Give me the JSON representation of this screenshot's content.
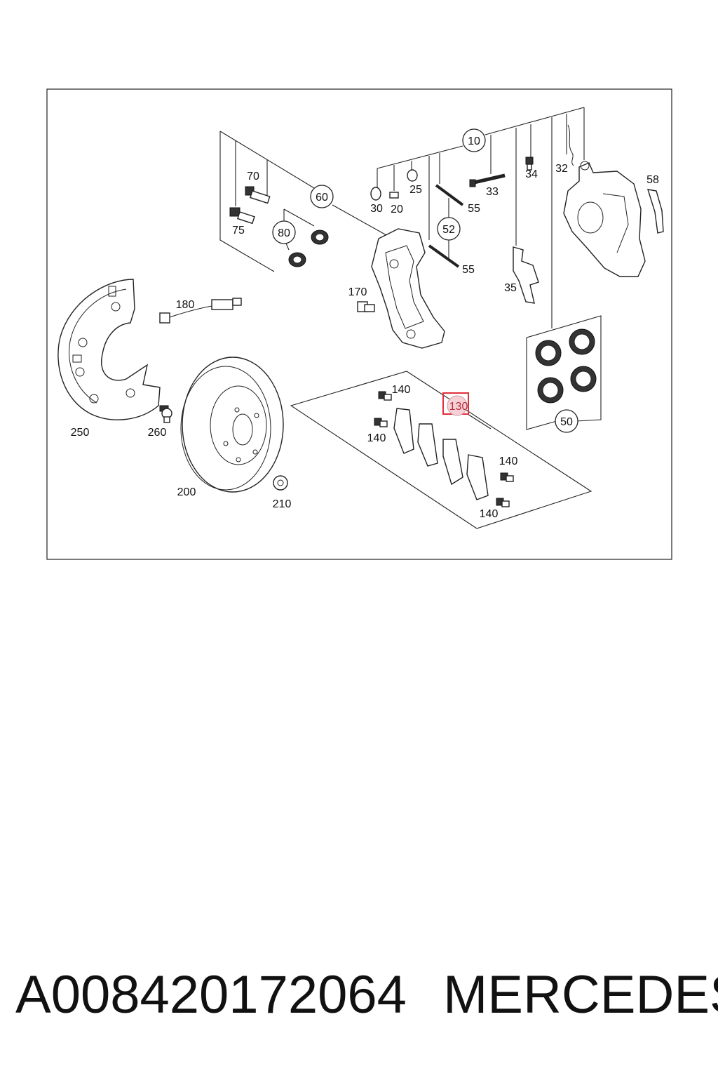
{
  "diagram": {
    "callouts": [
      {
        "id": "10",
        "label": "10",
        "boxed": true
      },
      {
        "id": "20",
        "label": "20",
        "boxed": false
      },
      {
        "id": "25",
        "label": "25",
        "boxed": false
      },
      {
        "id": "30",
        "label": "30",
        "boxed": false
      },
      {
        "id": "32",
        "label": "32",
        "boxed": false
      },
      {
        "id": "33",
        "label": "33",
        "boxed": false
      },
      {
        "id": "34",
        "label": "34",
        "boxed": false
      },
      {
        "id": "35",
        "label": "35",
        "boxed": false
      },
      {
        "id": "50",
        "label": "50",
        "boxed": true
      },
      {
        "id": "52",
        "label": "52",
        "boxed": true
      },
      {
        "id": "55a",
        "label": "55",
        "boxed": false
      },
      {
        "id": "55b",
        "label": "55",
        "boxed": false
      },
      {
        "id": "58",
        "label": "58",
        "boxed": false
      },
      {
        "id": "60",
        "label": "60",
        "boxed": true
      },
      {
        "id": "70",
        "label": "70",
        "boxed": false
      },
      {
        "id": "75",
        "label": "75",
        "boxed": false
      },
      {
        "id": "80",
        "label": "80",
        "boxed": true
      },
      {
        "id": "130",
        "label": "130",
        "boxed": true,
        "highlighted": true
      },
      {
        "id": "140a",
        "label": "140",
        "boxed": false
      },
      {
        "id": "140b",
        "label": "140",
        "boxed": false
      },
      {
        "id": "140c",
        "label": "140",
        "boxed": false
      },
      {
        "id": "140d",
        "label": "140",
        "boxed": false
      },
      {
        "id": "170",
        "label": "170",
        "boxed": false
      },
      {
        "id": "180",
        "label": "180",
        "boxed": false
      },
      {
        "id": "200",
        "label": "200",
        "boxed": false
      },
      {
        "id": "210",
        "label": "210",
        "boxed": false
      },
      {
        "id": "250",
        "label": "250",
        "boxed": false
      },
      {
        "id": "260",
        "label": "260",
        "boxed": false
      }
    ],
    "highlight_color": "#e0303a",
    "highlight_fill": "#f7d0d6"
  },
  "footer": {
    "part_number": "A008420172064",
    "brand": "MERCEDES"
  }
}
